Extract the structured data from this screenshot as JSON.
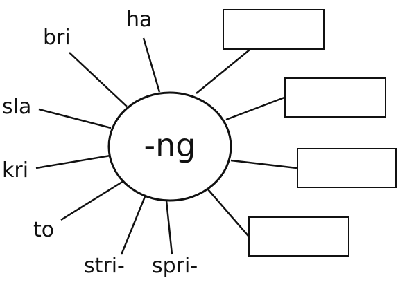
{
  "center": {
    "label": "-ng"
  },
  "prefixes": [
    {
      "label": "ha"
    },
    {
      "label": "bri"
    },
    {
      "label": "sla"
    },
    {
      "label": "kri"
    },
    {
      "label": "to"
    },
    {
      "label": "stri-"
    },
    {
      "label": "spri-"
    }
  ],
  "answer_boxes": [
    {
      "value": ""
    },
    {
      "value": ""
    },
    {
      "value": ""
    },
    {
      "value": ""
    }
  ],
  "colors": {
    "ink": "#111111",
    "background": "#ffffff"
  }
}
